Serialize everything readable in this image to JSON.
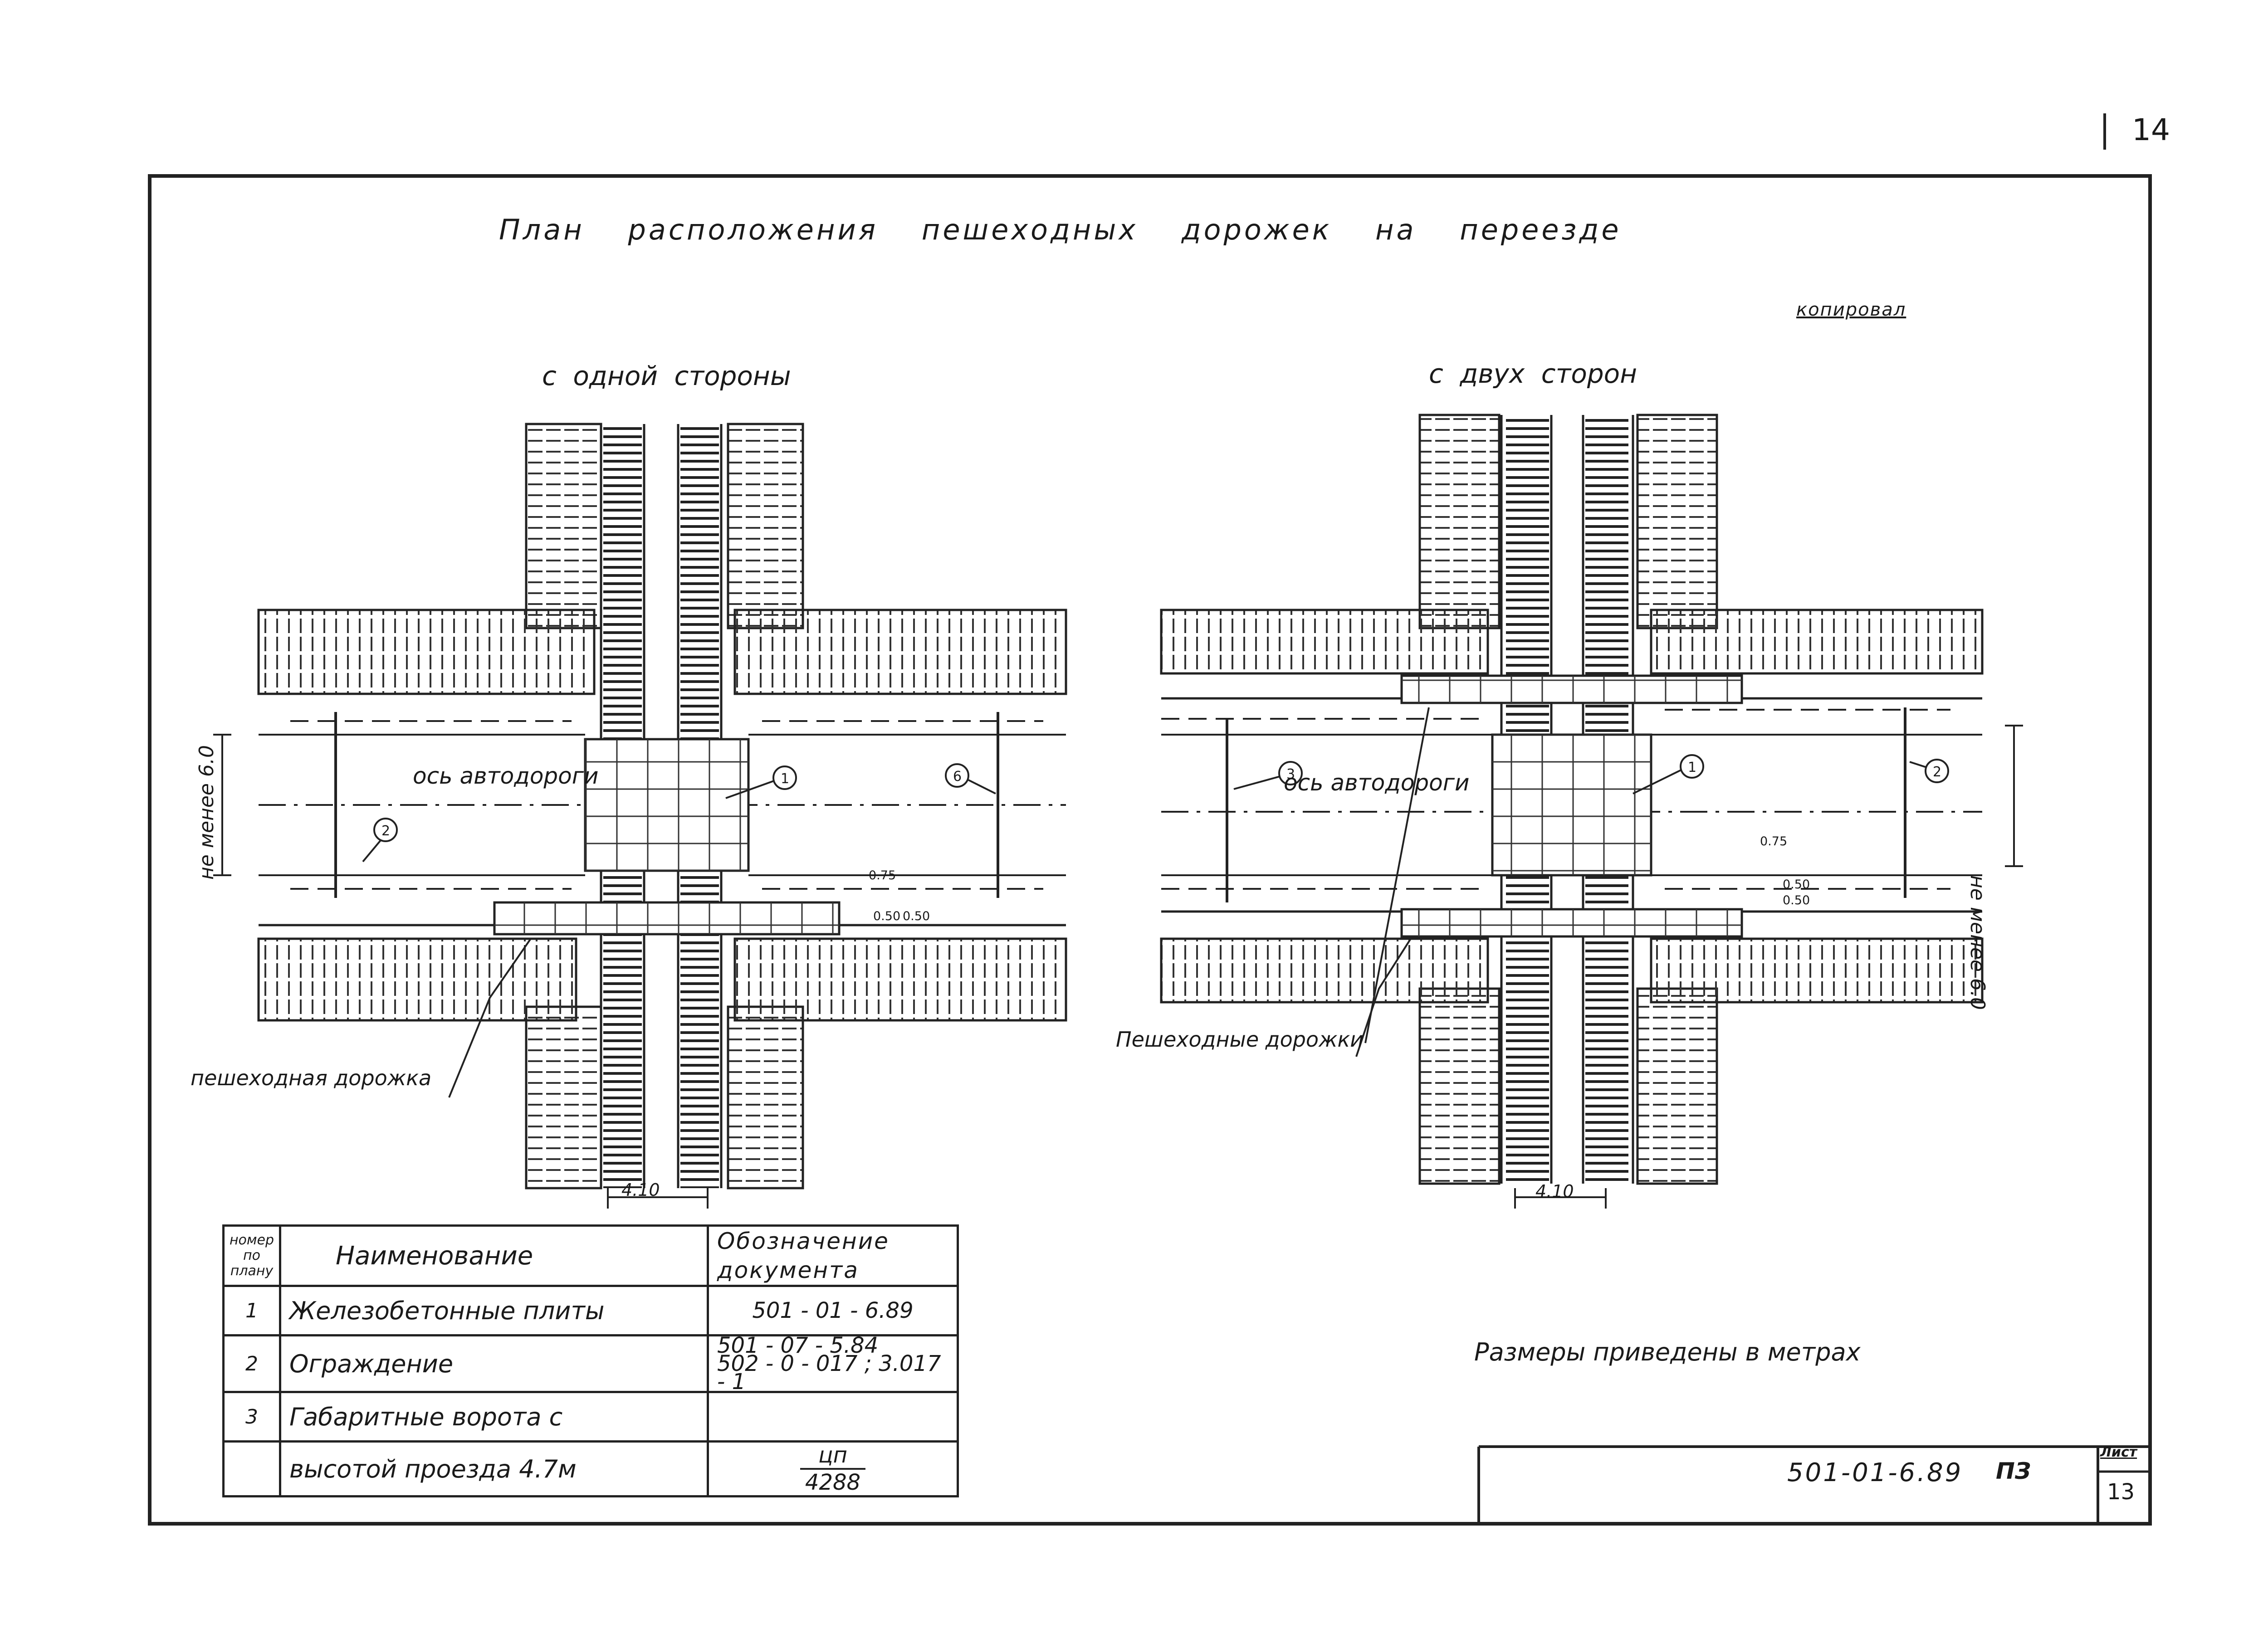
{
  "page_number": "14",
  "title": "План расположения пешеходных дорожек на переезде",
  "stamp": "копировал",
  "plans": {
    "left": {
      "subtitle": "с одной стороны",
      "axis_label": "ось автодороги",
      "width_label": "не менее 6.0",
      "callout": "пешеходная дорожка",
      "track_width": "4.10",
      "dims": [
        "0.75",
        "0.50",
        "0.50"
      ],
      "markers": [
        "1",
        "2",
        "6"
      ]
    },
    "right": {
      "subtitle": "с двух сторон",
      "axis_label": "ось автодороги",
      "width_label": "не менее 6.0",
      "callout": "Пешеходные дорожки",
      "track_width": "4.10",
      "dims": [
        "0.75",
        "0.50",
        "0.50"
      ],
      "markers": [
        "3",
        "1",
        "2"
      ]
    }
  },
  "spec_table": {
    "headers": {
      "number": "номер по плану",
      "name": "Наименование",
      "designation": "Обозначение документа"
    },
    "rows": [
      {
        "number": "1",
        "name": "Железобетонные плиты",
        "designation": "501 - 01 - 6.89"
      },
      {
        "number": "2",
        "name": "Ограждение",
        "designation_line1": "501 - 07 - 5.84",
        "designation_line2": "502 - 0 - 017 ; 3.017 - 1"
      },
      {
        "number": "3",
        "name": "Габаритные ворота с",
        "designation": ""
      },
      {
        "number": "",
        "name": "высотой проезда 4.7м",
        "designation_num": "цп",
        "designation_den": "4288"
      }
    ]
  },
  "note": "Размеры приведены в метрах",
  "title_block": {
    "code": "501-01-6.89",
    "suffix": "ПЗ",
    "sheet_label": "Лист",
    "sheet_number": "13"
  }
}
